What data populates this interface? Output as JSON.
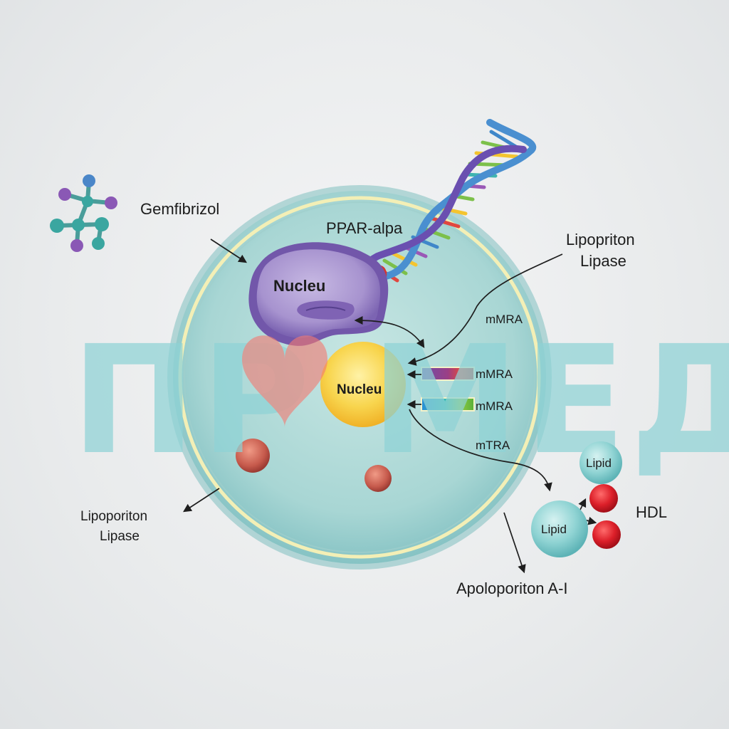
{
  "watermark": {
    "text": "ПР МЕД",
    "color": "#8fd3d6"
  },
  "labels": {
    "gemfibrizol": "Gemfibrizol",
    "ppar": "PPAR-alpa",
    "nucleus_top": "Nucleu",
    "nucleus_center": "Nucleu",
    "lipoprotein_lipase_right_1": "Lipopriton",
    "lipoprotein_lipase_right_2": "Lipase",
    "lipoprotein_lipase_left_1": "Lipoporiton",
    "lipoprotein_lipase_left_2": "Lipase",
    "mmra_1": "mMRA",
    "mmra_2": "mMRA",
    "mmra_3": "mMRA",
    "mtra": "mTRA",
    "lipid_1": "Lipid",
    "lipid_2": "Lipid",
    "hdl": "HDL",
    "apolipoprotein": "Apoloporiton A-I"
  },
  "colors": {
    "cell": "#a9d7d6",
    "membrane": "#f4f0b8",
    "nucleus_top": "#9c86c6",
    "nucleus_center": "#f6c63a",
    "heart": "#f27a72",
    "hdl_red": "#d8202a",
    "lipid": "#7fcfcf"
  }
}
